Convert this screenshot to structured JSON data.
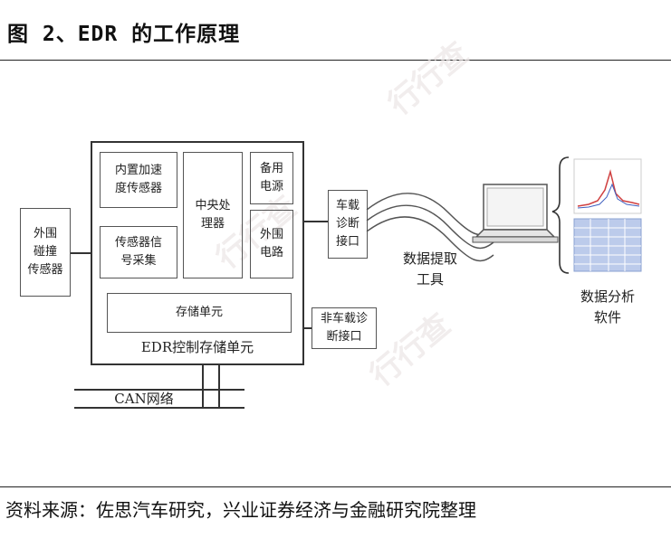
{
  "figure": {
    "title": "图 2、EDR 的工作原理",
    "source": "资料来源：佐思汽车研究，兴业证券经济与金融研究院整理"
  },
  "diagram": {
    "external_sensor": "外围\n碰撞\n传感器",
    "accel_sensor": "内置加速\n度传感器",
    "signal_acq": "传感器信\n号采集",
    "cpu": "中央处\n理器",
    "backup_power": "备用\n电源",
    "peripheral_circuit": "外围\n电路",
    "storage_unit": "存储单元",
    "edr_unit": "EDR控制存储单元",
    "onboard_diag": "车载\n诊断\n接口",
    "offboard_diag": "非车载诊\n断接口",
    "extraction_tool": "数据提取\n工具",
    "analysis_software": "数据分析\n软件",
    "can_bus": "CAN网络"
  },
  "watermark": "行行查",
  "colors": {
    "line": "#333333",
    "box": "#555555",
    "screen_blue": "#9fb8e8",
    "chart_red": "#d04040"
  }
}
